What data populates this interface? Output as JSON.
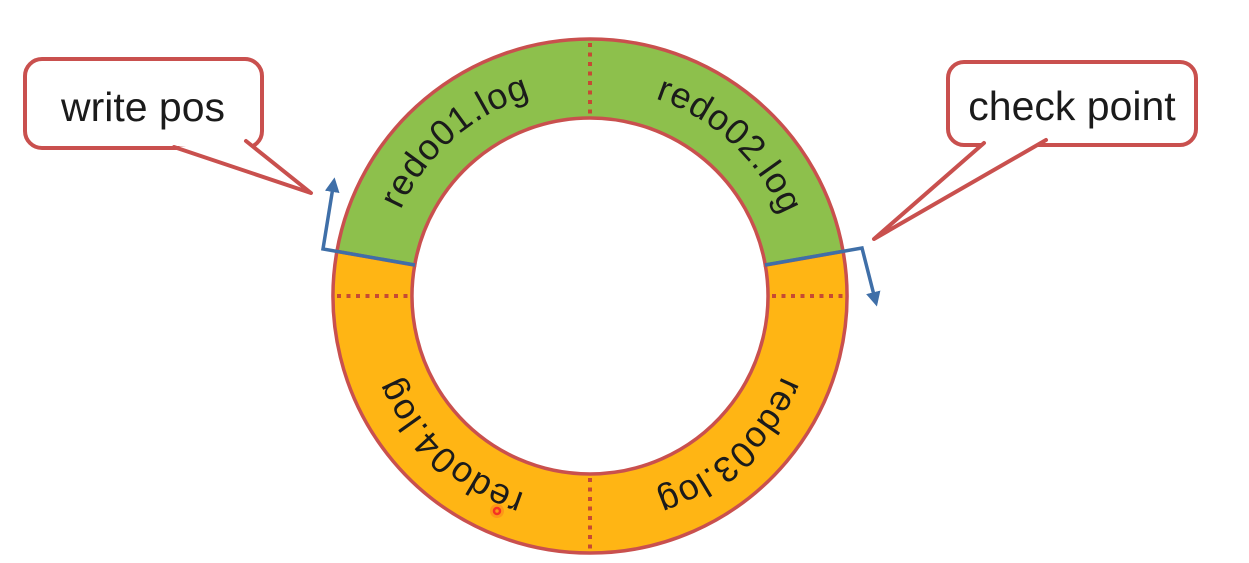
{
  "colors": {
    "background": "#ffffff",
    "green": "#8dc04c",
    "orange": "#ffb514",
    "border_red": "#c9504e",
    "divider_red": "#c64a33",
    "arrow_blue": "#3f6fa8",
    "text_black": "#1b1b1b",
    "dot_red": "#f63324"
  },
  "ring": {
    "segments": [
      {
        "label": "redo01.log",
        "region": "green"
      },
      {
        "label": "redo02.log",
        "region": "green"
      },
      {
        "label": "redo03.log",
        "region": "orange"
      },
      {
        "label": "redo04.log",
        "region": "orange"
      }
    ]
  },
  "callouts": {
    "write_pos": {
      "label": "write pos"
    },
    "check_point": {
      "label": "check point"
    }
  }
}
